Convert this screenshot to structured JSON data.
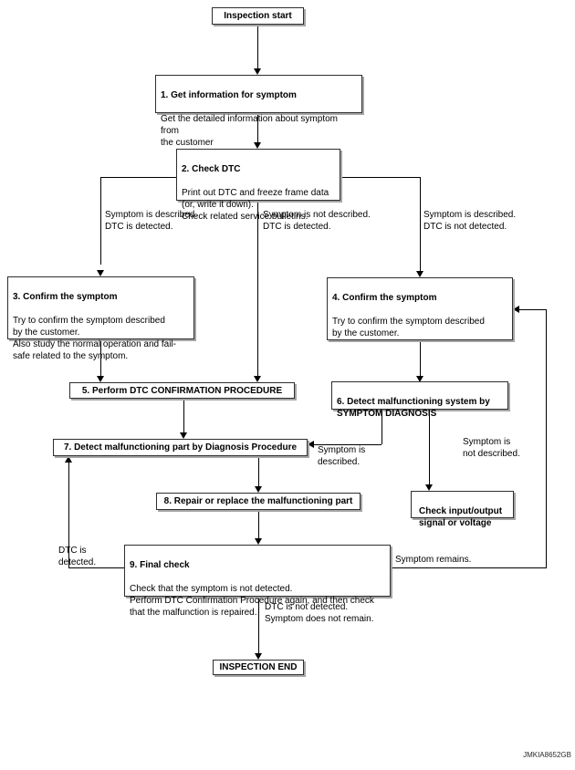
{
  "flowchart": {
    "nodes": {
      "start": {
        "label": "Inspection start"
      },
      "step1": {
        "title": "1. Get information for symptom",
        "body": "Get the detailed information about symptom from\nthe customer"
      },
      "step2": {
        "title": "2. Check DTC",
        "body": "Print out DTC and freeze frame data\n(or, write it down).\nCheck related service bulletins."
      },
      "step3": {
        "title": "3. Confirm the symptom",
        "body": "Try to confirm the symptom described\nby the customer.\nAlso study the normal operation and fail-\nsafe related to the symptom."
      },
      "step4": {
        "title": "4. Confirm the symptom",
        "body": "Try to confirm the symptom described\nby the customer."
      },
      "step5": {
        "title": "5. Perform DTC CONFIRMATION PROCEDURE"
      },
      "step6": {
        "title": "6. Detect malfunctioning system by\nSYMPTOM DIAGNOSIS"
      },
      "step7": {
        "title": "7. Detect malfunctioning part by Diagnosis Procedure"
      },
      "check_io": {
        "title": "Check input/output\nsignal or voltage"
      },
      "step8": {
        "title": "8. Repair or replace the malfunctioning part"
      },
      "step9": {
        "title": "9. Final check",
        "body": "Check that the symptom is not detected.\nPerform DTC Confirmation Procedure again, and then check\nthat the malfunction is repaired."
      },
      "end": {
        "label": "INSPECTION END"
      }
    },
    "edge_labels": {
      "left_branch": "Symptom is described.\nDTC is detected.",
      "middle_branch": "Symptom is not described.\nDTC is detected.",
      "right_branch": "Symptom is described.\nDTC is not detected.",
      "symptom_described": "Symptom is\ndescribed.",
      "symptom_not_described": "Symptom is\nnot described.",
      "dtc_detected": "DTC is\ndetected.",
      "symptom_remains": "Symptom remains.",
      "to_end": "DTC is not detected.\nSymptom does not remain."
    },
    "figure_code": "JMKIA8652GB",
    "colors": {
      "background": "#ffffff",
      "line": "#000000",
      "box_border": "#2e2e2e",
      "box_shadow": "#a6a6a6",
      "text": "#000000"
    }
  }
}
